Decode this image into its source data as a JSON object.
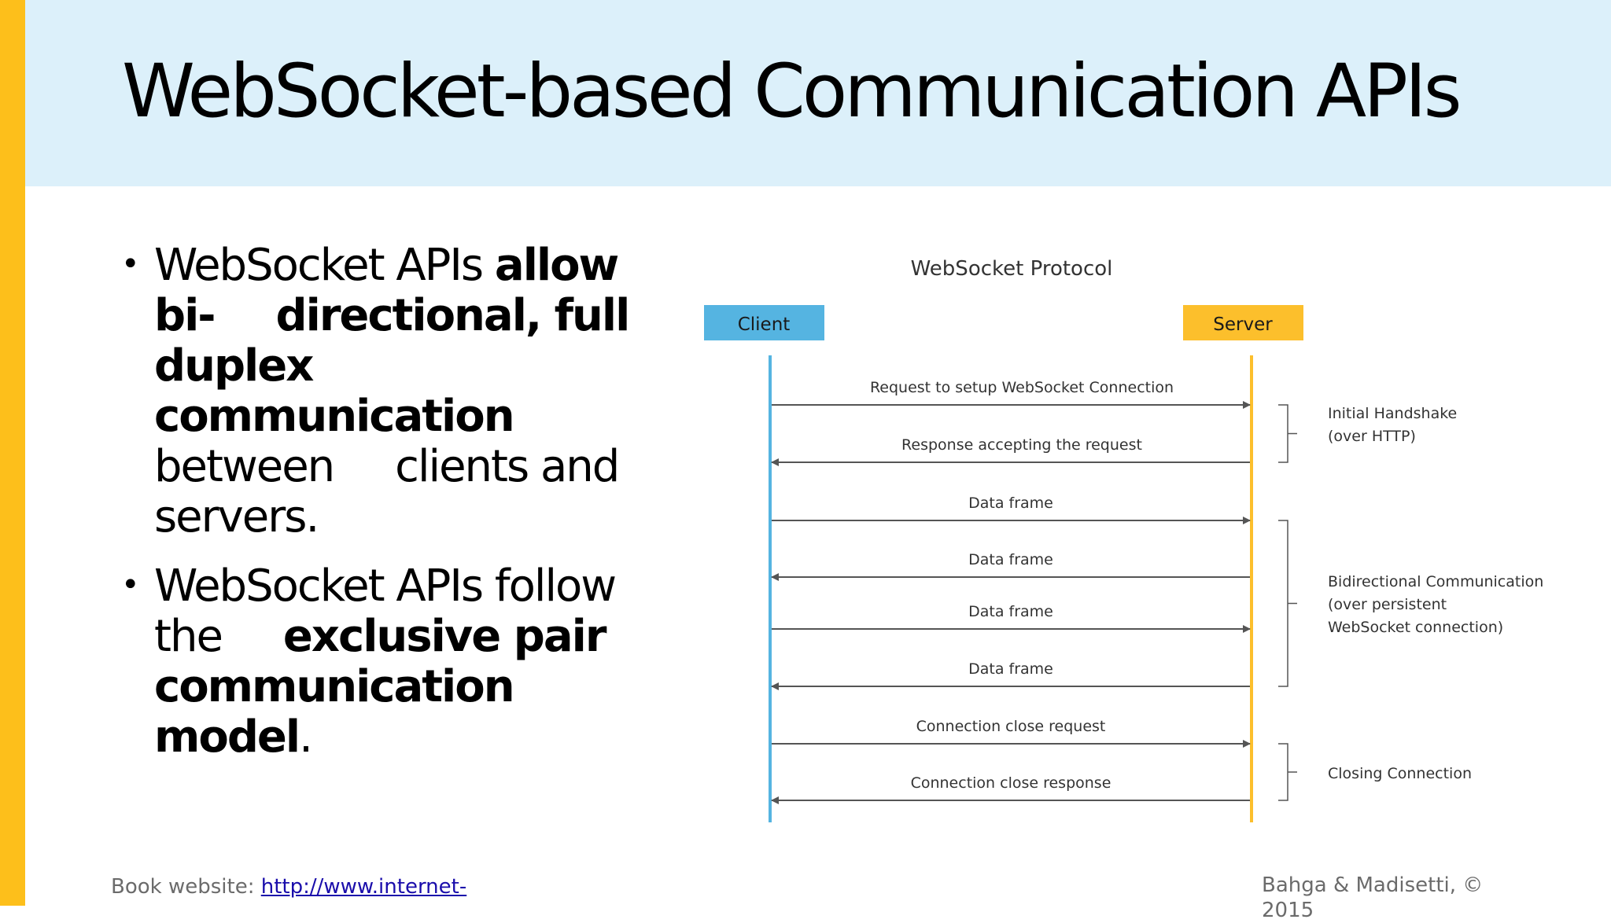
{
  "slide": {
    "title": "WebSocket-based Communication APIs",
    "colors": {
      "accent_stripe": "#FDBF1B",
      "title_band": "#DCF0FA"
    }
  },
  "bullets": [
    {
      "t1": "WebSocket APIs ",
      "b1": "allow bi-",
      "b2": "directional, full duplex communication",
      "t2": "between",
      "t3": "clients and servers."
    },
    {
      "t1": "WebSocket APIs follow the",
      "b1": "exclusive pair communication model",
      "t2": "."
    }
  ],
  "diagram": {
    "title": "WebSocket Protocol",
    "client_label": "Client",
    "server_label": "Server",
    "colors": {
      "client": "#55B4E1",
      "server": "#FCBF2C",
      "arrow": "#555555"
    },
    "messages": [
      {
        "label": "Request to setup WebSocket Connection",
        "direction": "to-server"
      },
      {
        "label": "Response accepting the request",
        "direction": "to-client"
      },
      {
        "label": "Data frame",
        "direction": "to-server"
      },
      {
        "label": "Data frame",
        "direction": "to-client"
      },
      {
        "label": "Data frame",
        "direction": "to-server"
      },
      {
        "label": "Data frame",
        "direction": "to-client"
      },
      {
        "label": "Connection close request",
        "direction": "to-server"
      },
      {
        "label": "Connection close response",
        "direction": "to-client"
      }
    ],
    "phases": [
      {
        "line1": "Initial Handshake",
        "line2": "(over HTTP)",
        "line3": ""
      },
      {
        "line1": "Bidirectional Communication",
        "line2": "(over persistent",
        "line3": "WebSocket connection)"
      },
      {
        "line1": "Closing Connection",
        "line2": "",
        "line3": ""
      }
    ]
  },
  "footer": {
    "website_label": "Book website: ",
    "website_link": "http://www.internet-",
    "copyright": "Bahga & Madisetti, © 2015"
  }
}
